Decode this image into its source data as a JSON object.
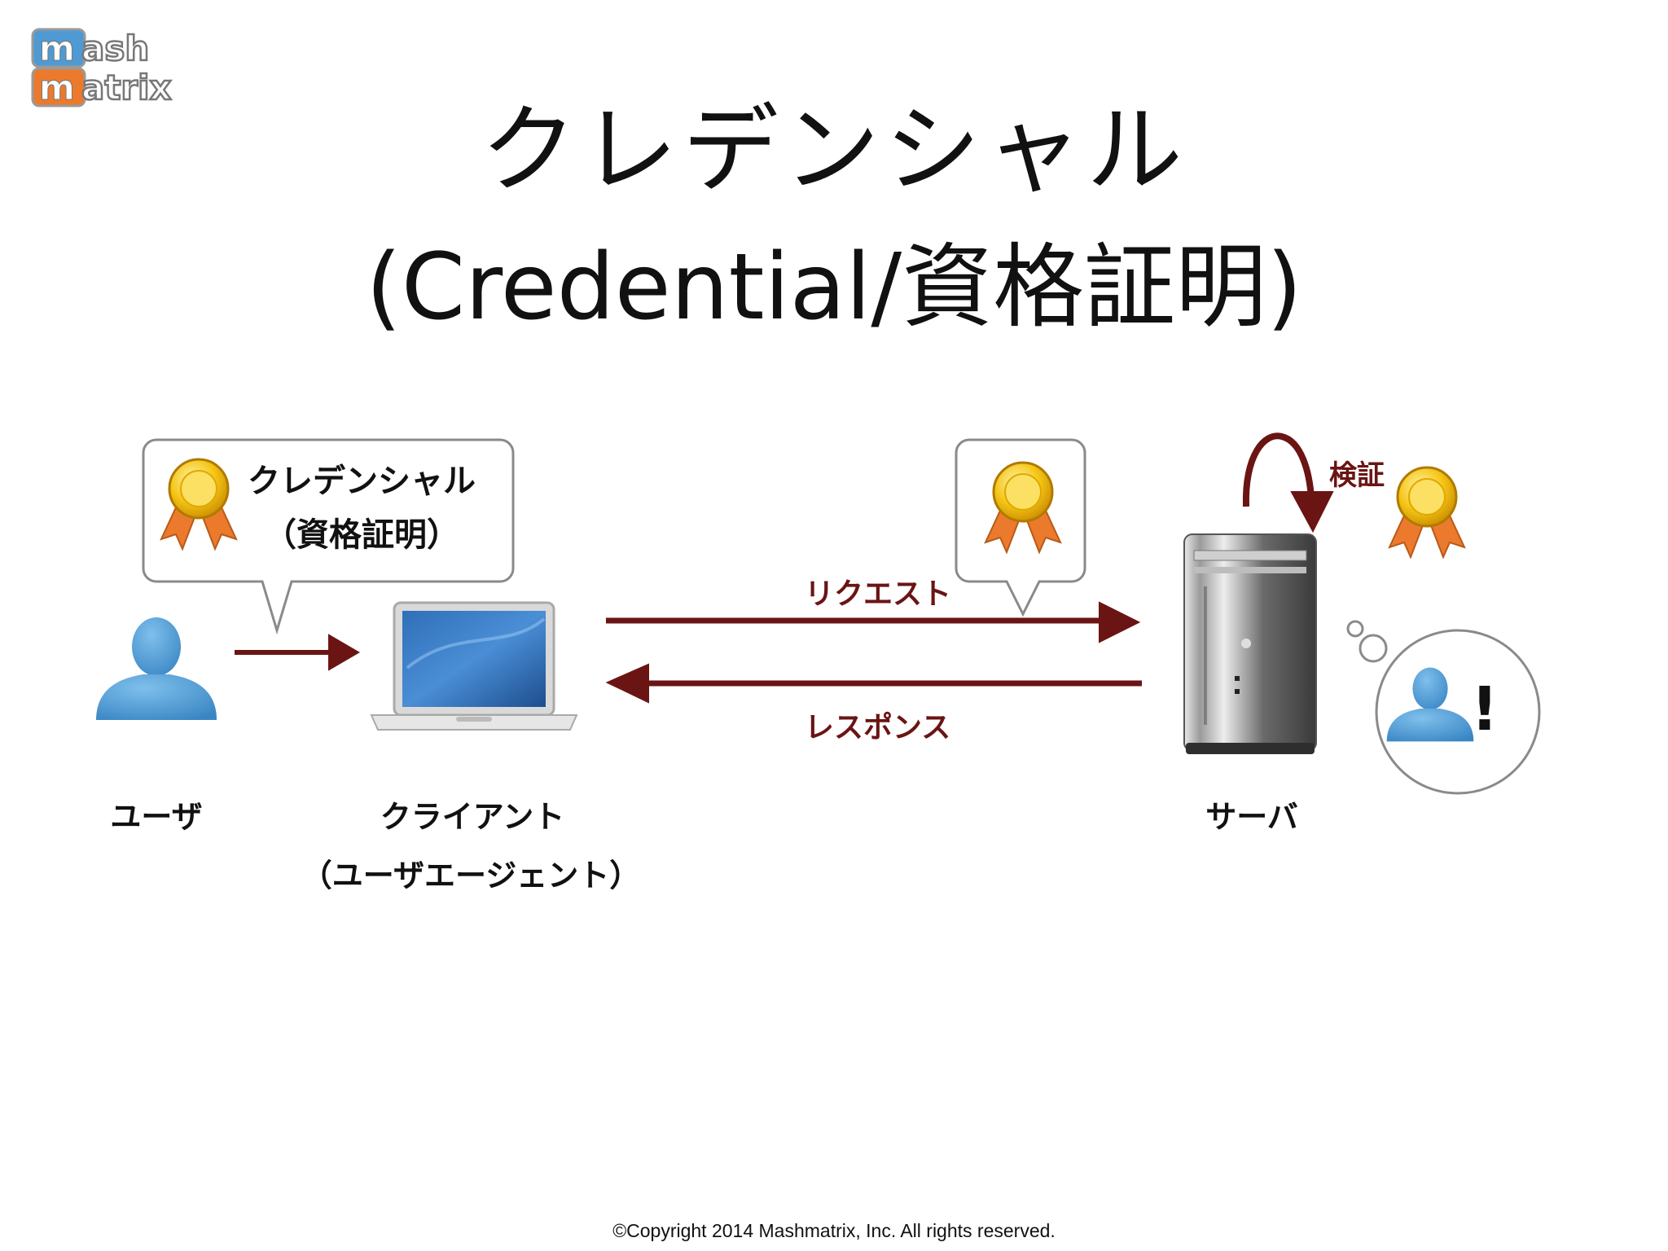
{
  "logo": {
    "line1": "mash",
    "line2": "matrix"
  },
  "title": {
    "line1": "クレデンシャル",
    "line2": "(Credential/資格証明)"
  },
  "diagram": {
    "bubble_title": "クレデンシャル",
    "bubble_subtitle": "（資格証明）",
    "request_label": "リクエスト",
    "response_label": "レスポンス",
    "verify_label": "検証",
    "exclamation": "!",
    "user_label": "ユーザ",
    "client_label": "クライアント",
    "client_sublabel": "（ユーザエージェント）",
    "server_label": "サーバ"
  },
  "footer": "©Copyright 2014 Mashmatrix, Inc. All rights reserved.",
  "colors": {
    "arrow": "#6b1414",
    "user_icon": "#4f9ad2",
    "badge": "#f2b80c",
    "ribbon": "#ec7a2c"
  }
}
